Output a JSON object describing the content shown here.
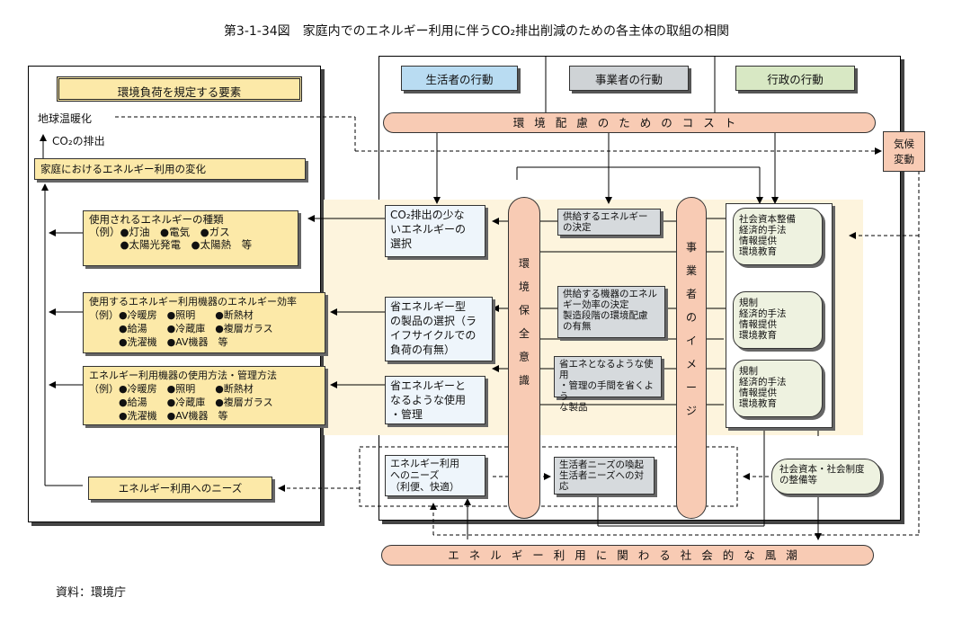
{
  "title": "第3-1-34図　家庭内でのエネルギー利用に伴うCO₂排出削減のための各主体の取組の相関",
  "source": "資料：環境庁",
  "left_panel": {
    "header": "環境負荷を規定する要素",
    "global_warming": "地球温暖化",
    "co2_emission": "CO₂の排出",
    "household_change": "家庭におけるエネルギー利用の変化",
    "energy_types": [
      "使用されるエネルギーの種類",
      "（例）●灯油　●電気　●ガス",
      "　　　●太陽光発電　●太陽熱　等"
    ],
    "equipment_efficiency": [
      "使用するエネルギー利用機器のエネルギー効率",
      "（例）●冷暖房　●照明　　●断熱材",
      "　　　●給湯　　●冷蔵庫　●複層ガラス",
      "　　　●洗濯機　●AV機器　等"
    ],
    "usage_management": [
      "エネルギー利用機器の使用方法・管理方法",
      "（例）●冷暖房　●照明　　●断熱材",
      "　　　●給湯　　●冷蔵庫　●複層ガラス",
      "　　　●洗濯機　●AV機器　等"
    ],
    "needs": "エネルギー利用へのニーズ"
  },
  "headers": {
    "consumer": "生活者の行動",
    "business": "事業者の行動",
    "government": "行政の行動"
  },
  "cost_bar": "環境配慮のためのコスト",
  "social_trend_bar": "エネルギー利用に関わる社会的な風潮",
  "climate_change": [
    "気候",
    "変動"
  ],
  "consumer_boxes": {
    "low_co2": [
      "CO₂排出の少な",
      "いエネルギーの",
      "選択"
    ],
    "energy_saving_products": [
      "省エネルギー型",
      "の製品の選択（ラ",
      "イフサイクルでの",
      "負荷の有無）"
    ],
    "energy_saving_use": [
      "省エネルギーと",
      "なるような使用",
      "・管理"
    ],
    "needs": [
      "エネルギー利用",
      "へのニーズ",
      "（利便、快適）"
    ]
  },
  "env_awareness": [
    "環",
    "境",
    "保",
    "全",
    "意",
    "識"
  ],
  "business_boxes": {
    "supply_decision": [
      "供給するエネルギー",
      "の決定"
    ],
    "equipment_decision": [
      "供給する機器のエネル",
      "ギー効率の決定",
      "製造段階の環境配慮",
      "の有無"
    ],
    "usage_products": [
      "省エネとなるような使用",
      "・管理の手間を省くよう",
      "な製品"
    ],
    "needs_response": [
      "生活者ニーズの喚起",
      "生活者ニーズへの対",
      "応"
    ]
  },
  "business_image": [
    "事",
    "業",
    "者",
    "の",
    "イ",
    "メ",
    "ー",
    "ジ"
  ],
  "gov_boxes": {
    "g1": [
      "社会資本整備",
      "経済的手法",
      "情報提供",
      "環境教育"
    ],
    "g2": [
      "規制",
      "経済的手法",
      "情報提供",
      "環境教育"
    ],
    "g3": [
      "規制",
      "経済的手法",
      "情報提供",
      "環境教育"
    ],
    "infrastructure": [
      "社会資本・社会制度",
      "の整備等"
    ]
  },
  "colors": {
    "header_consumer": "#b9dcf2",
    "header_business": "#cfd3d6",
    "header_government": "#d8e8c4",
    "yellow_box": "#fce9a8",
    "pill": "#f8cbb4",
    "band": "#fdf4dd"
  }
}
